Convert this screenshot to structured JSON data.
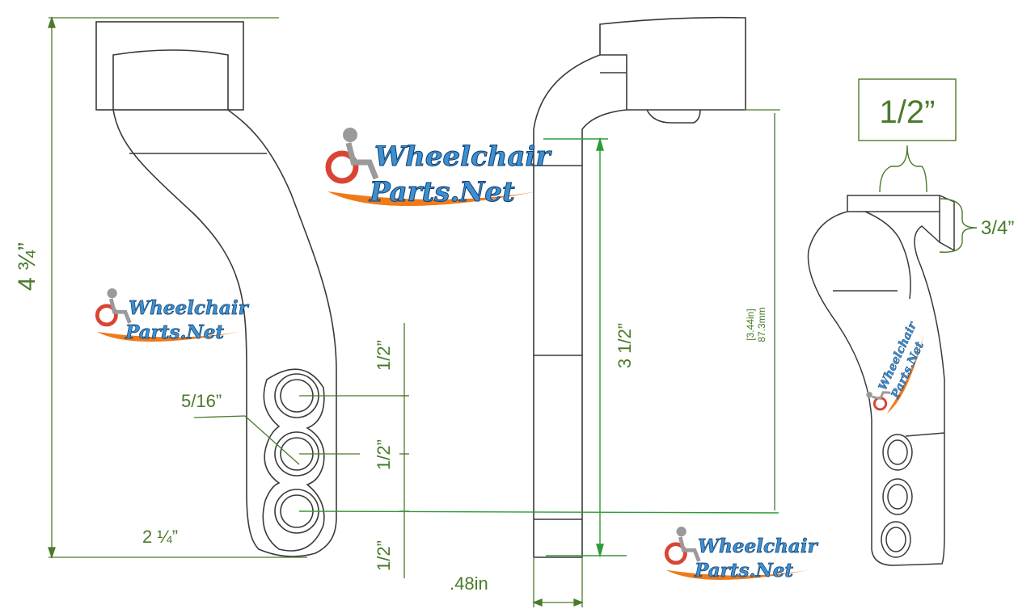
{
  "colors": {
    "line": "#3a3a3a",
    "dimension": "#4a7a2a",
    "dimension_bright": "#2e9a3a",
    "logo_blue": "#3e8fd0",
    "logo_orange": "#f07a1a",
    "logo_red": "#d94433"
  },
  "dimensions": {
    "overall_height": "4 ¾”",
    "hole_diameter": "5/16”",
    "hole_spacing_1": "1/2”",
    "hole_spacing_2": "1/2”",
    "bottom_offset": "1/2”",
    "bottom_width": "2 ¼”",
    "side_height": "3  1/2”",
    "side_thickness": ".48in",
    "side_height_imperial": "[3.44in]",
    "side_height_metric": "87.3mm",
    "iso_top_width": "1/2”",
    "iso_top_height": "3/4”"
  },
  "logos": [
    {
      "line1": "Wheelchair",
      "line2": "Parts.Net"
    },
    {
      "line1": "Wheelchair",
      "line2": "Parts.Net"
    },
    {
      "line1": "Wheelchair",
      "line2": "Parts.Net"
    },
    {
      "line1": "Wheelchair",
      "line2": "Parts.Net"
    }
  ]
}
